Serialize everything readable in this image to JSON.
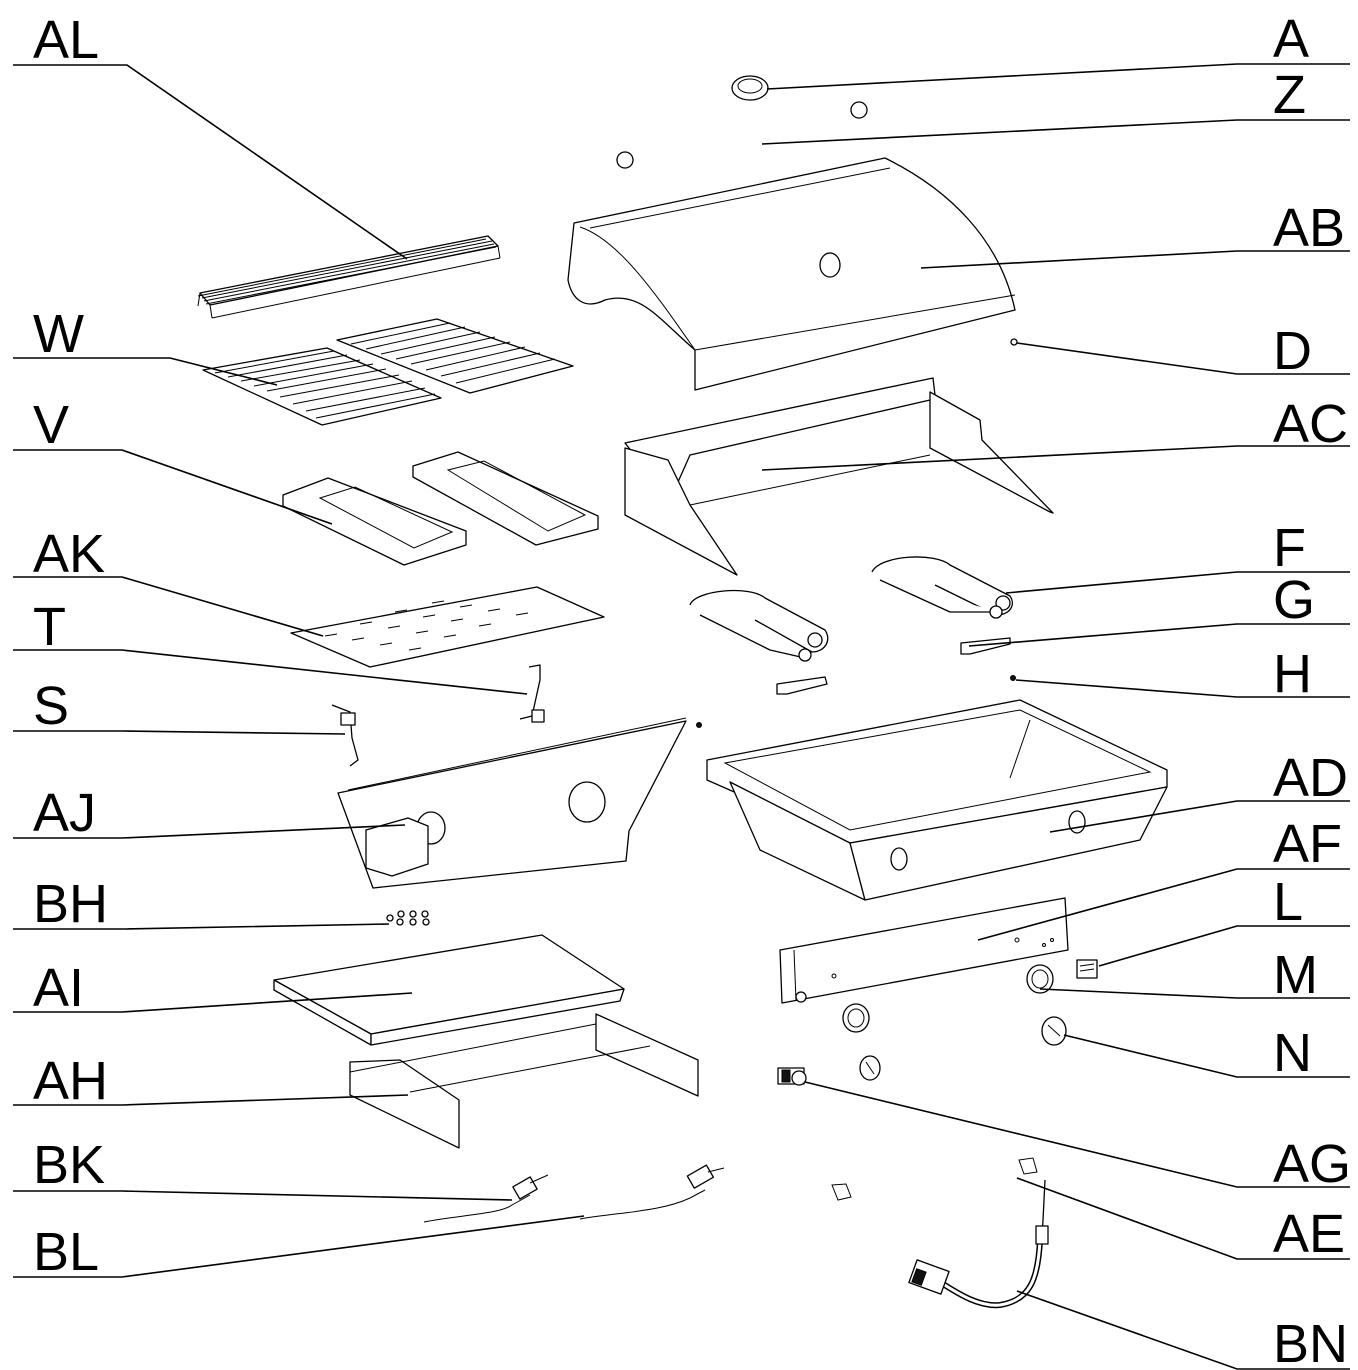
{
  "callouts": [
    {
      "id": "AL",
      "label": "AL"
    },
    {
      "id": "W",
      "label": "W"
    },
    {
      "id": "V",
      "label": "V"
    },
    {
      "id": "AK",
      "label": "AK"
    },
    {
      "id": "T",
      "label": "T"
    },
    {
      "id": "S",
      "label": "S"
    },
    {
      "id": "AJ",
      "label": "AJ"
    },
    {
      "id": "BH",
      "label": "BH"
    },
    {
      "id": "AI",
      "label": "AI"
    },
    {
      "id": "AH",
      "label": "AH"
    },
    {
      "id": "BK",
      "label": "BK"
    },
    {
      "id": "BL",
      "label": "BL"
    },
    {
      "id": "A",
      "label": "A"
    },
    {
      "id": "Z",
      "label": "Z"
    },
    {
      "id": "AB",
      "label": "AB"
    },
    {
      "id": "D",
      "label": "D"
    },
    {
      "id": "AC",
      "label": "AC"
    },
    {
      "id": "F",
      "label": "F"
    },
    {
      "id": "G",
      "label": "G"
    },
    {
      "id": "H",
      "label": "H"
    },
    {
      "id": "AD",
      "label": "AD"
    },
    {
      "id": "AF",
      "label": "AF"
    },
    {
      "id": "L",
      "label": "L"
    },
    {
      "id": "M",
      "label": "M"
    },
    {
      "id": "N",
      "label": "N"
    },
    {
      "id": "AG",
      "label": "AG"
    },
    {
      "id": "AE",
      "label": "AE"
    },
    {
      "id": "BN",
      "label": "BN"
    }
  ]
}
